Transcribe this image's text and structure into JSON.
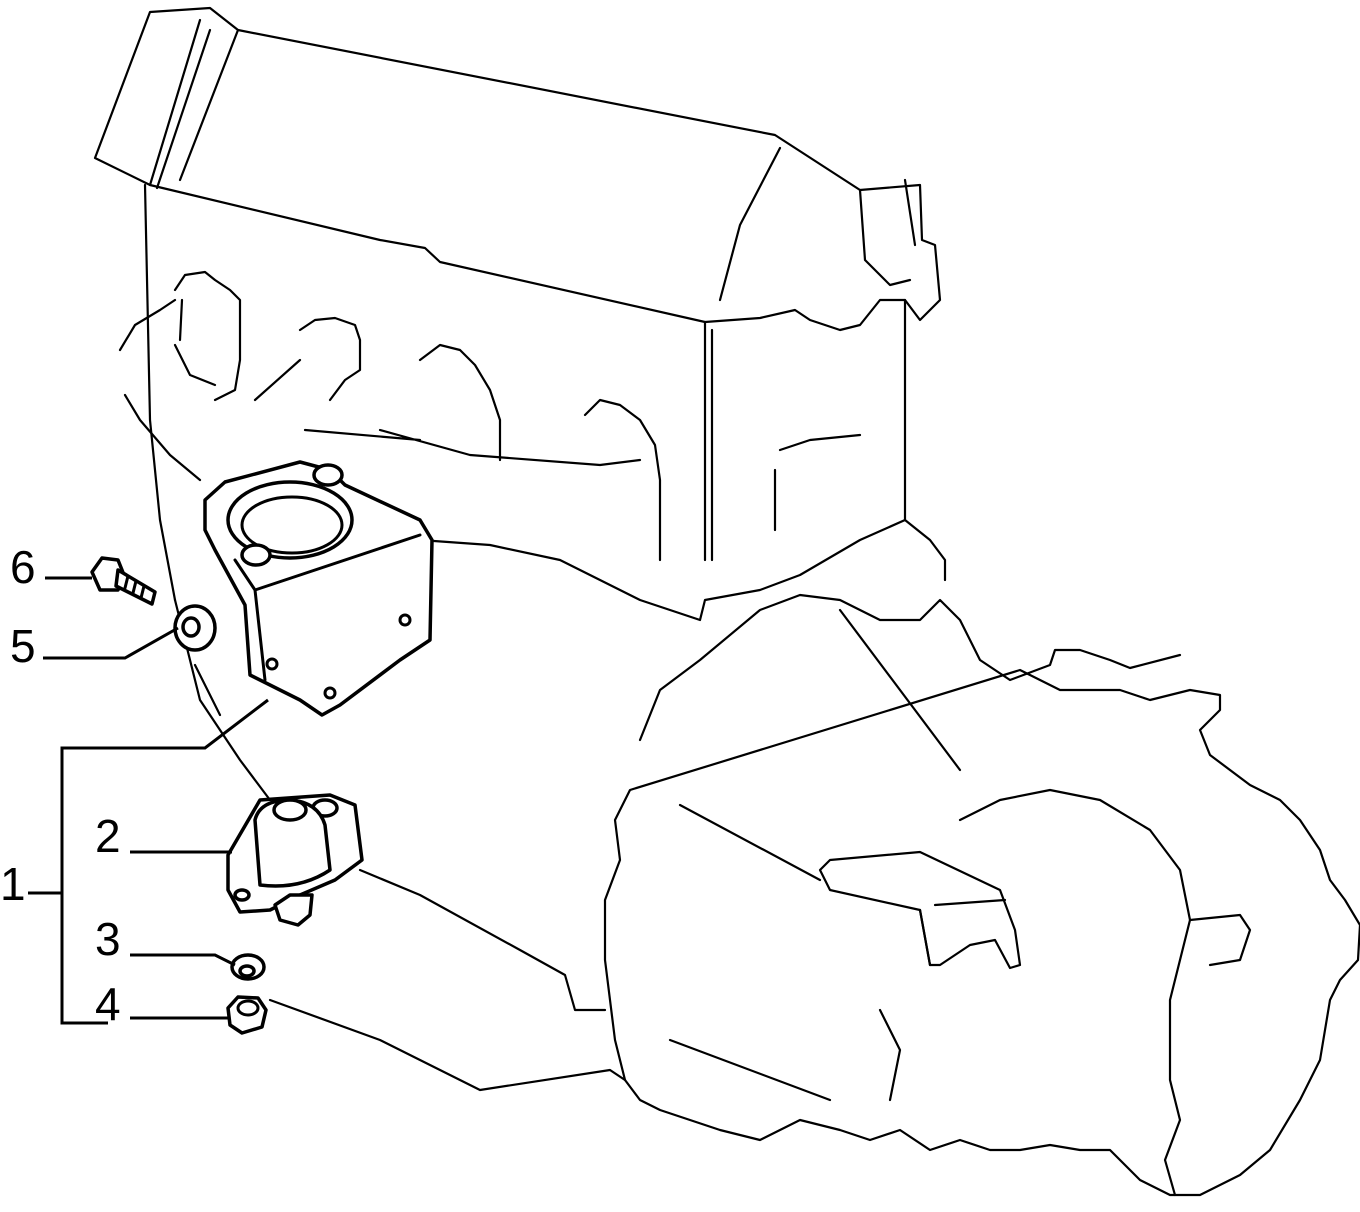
{
  "diagram": {
    "callouts": [
      {
        "id": "1",
        "label": "1"
      },
      {
        "id": "2",
        "label": "2"
      },
      {
        "id": "3",
        "label": "3"
      },
      {
        "id": "4",
        "label": "4"
      },
      {
        "id": "5",
        "label": "5"
      },
      {
        "id": "6",
        "label": "6"
      }
    ]
  },
  "colors": {
    "line": "#000000",
    "background": "#ffffff"
  }
}
